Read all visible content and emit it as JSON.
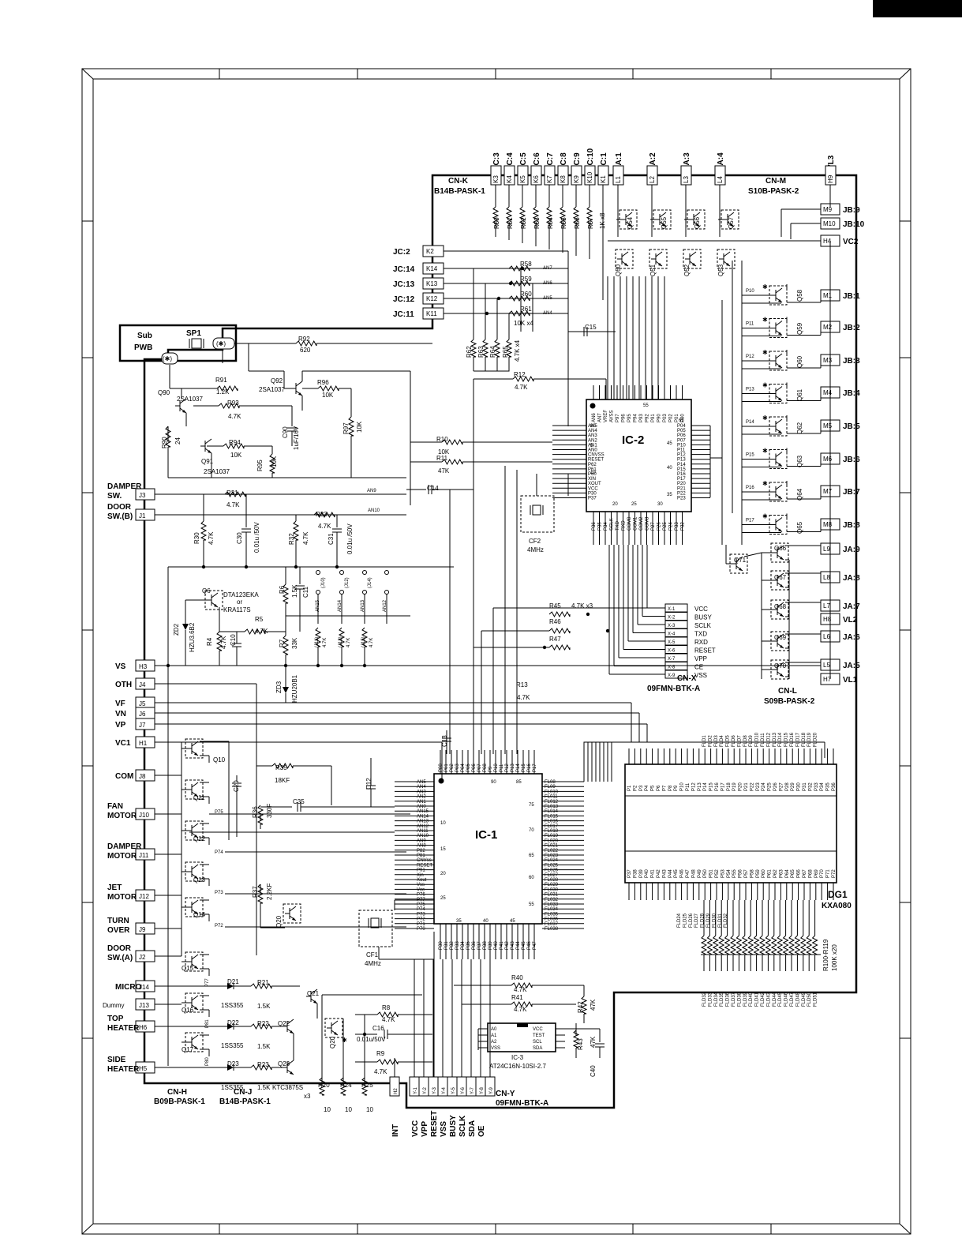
{
  "sub_pwb": {
    "line1": "Sub",
    "line2": "PWB",
    "sp1": "SP1",
    "plug": "(✱)"
  },
  "top_pins": [
    "JC:3",
    "JC:4",
    "JC:5",
    "JC:6",
    "JC:7",
    "JC:8",
    "JC:9",
    "JC:10",
    "JC:1",
    "JA:1",
    "JA:2",
    "JA:3",
    "JA:4",
    "VL3"
  ],
  "top_pin_ids": [
    "K3",
    "K4",
    "K5",
    "K6",
    "K7",
    "K8",
    "K9",
    "K10",
    "K1",
    "L1",
    "L2",
    "L3",
    "L4",
    "H9"
  ],
  "cn_k": {
    "name": "CN-K",
    "part": "B14B-PASK-1"
  },
  "cn_m": {
    "name": "CN-M",
    "part": "S10B-PASK-2"
  },
  "cn_l": {
    "name": "CN-L",
    "part": "S09B-PASK-2"
  },
  "cn_x": {
    "name": "CN-X",
    "part": "09FMN-BTK-A"
  },
  "cn_y": {
    "name": "CN-Y",
    "part": "09FMN-BTK-A"
  },
  "cn_h": {
    "name": "CN-H",
    "part": "B09B-PASK-1"
  },
  "cn_j": {
    "name": "CN-J",
    "part": "B14B-PASK-1"
  },
  "jc_left": [
    {
      "label": "JC:2",
      "pin": "K2"
    },
    {
      "label": "JC:14",
      "pin": "K14"
    },
    {
      "label": "JC:13",
      "pin": "K13"
    },
    {
      "label": "JC:12",
      "pin": "K12"
    },
    {
      "label": "JC:11",
      "pin": "K11"
    }
  ],
  "right_pins": [
    {
      "pin": "M9",
      "label": "JB:9"
    },
    {
      "pin": "M10",
      "label": "JB:10"
    },
    {
      "pin": "H4",
      "label": "VC2"
    },
    {
      "pin": "M1",
      "label": "JB:1"
    },
    {
      "pin": "M2",
      "label": "JB:2"
    },
    {
      "pin": "M3",
      "label": "JB:3"
    },
    {
      "pin": "M4",
      "label": "JB:4"
    },
    {
      "pin": "M5",
      "label": "JB:5"
    },
    {
      "pin": "M6",
      "label": "JB:6"
    },
    {
      "pin": "M7",
      "label": "JB:7"
    },
    {
      "pin": "M8",
      "label": "JB:8"
    },
    {
      "pin": "L9",
      "label": "JA:9"
    },
    {
      "pin": "L8",
      "label": "JA:8"
    },
    {
      "pin": "L7",
      "label": "JA:7"
    },
    {
      "pin": "H8",
      "label": "VL2"
    },
    {
      "pin": "L6",
      "label": "JA:6"
    },
    {
      "pin": "L5",
      "label": "JA:5"
    },
    {
      "pin": "H7",
      "label": "VL1"
    }
  ],
  "left_pins": [
    {
      "pin": "J3",
      "label": "DAMPER",
      "label2": "SW."
    },
    {
      "pin": "J1",
      "label": "DOOR",
      "label2": "SW.(B)"
    },
    {
      "pin": "H3",
      "label": "VS",
      "label2": ""
    },
    {
      "pin": "J4",
      "label": "OTH",
      "label2": ""
    },
    {
      "pin": "J5",
      "label": "VF",
      "label2": ""
    },
    {
      "pin": "J6",
      "label": "VN",
      "label2": ""
    },
    {
      "pin": "J7",
      "label": "VP",
      "label2": ""
    },
    {
      "pin": "H1",
      "label": "VC1",
      "label2": ""
    },
    {
      "pin": "J8",
      "label": "COM",
      "label2": ""
    },
    {
      "pin": "J10",
      "label": "FAN",
      "label2": "MOTOR"
    },
    {
      "pin": "J11",
      "label": "DAMPER",
      "label2": "MOTOR"
    },
    {
      "pin": "J12",
      "label": "JET",
      "label2": "MOTOR"
    },
    {
      "pin": "J9",
      "label": "TURN",
      "label2": "OVER"
    },
    {
      "pin": "J2",
      "label": "DOOR",
      "label2": "SW.(A)"
    },
    {
      "pin": "J14",
      "label": "MICRO",
      "label2": ""
    },
    {
      "pin": "J13",
      "label": "Dummy",
      "label2": ""
    },
    {
      "pin": "H6",
      "label": "TOP",
      "label2": "HEATER"
    },
    {
      "pin": "H5",
      "label": "SIDE",
      "label2": "HEATER"
    }
  ],
  "cnx_pins": [
    {
      "pin": "X-1",
      "label": "VCC"
    },
    {
      "pin": "X-2",
      "label": "BUSY"
    },
    {
      "pin": "X-3",
      "label": "SCLK"
    },
    {
      "pin": "X-4",
      "label": "TXD"
    },
    {
      "pin": "X-5",
      "label": "RXD"
    },
    {
      "pin": "X-6",
      "label": "RESET"
    },
    {
      "pin": "X-7",
      "label": "VPP"
    },
    {
      "pin": "X-8",
      "label": "CE"
    },
    {
      "pin": "X-9",
      "label": "VSS"
    }
  ],
  "cny_pins": [
    {
      "pin": "H2",
      "label": "INT"
    },
    {
      "pin": "Y-1",
      "label": "VCC"
    },
    {
      "pin": "Y-2",
      "label": "VPP"
    },
    {
      "pin": "Y-3",
      "label": "RESET"
    },
    {
      "pin": "Y-4",
      "label": "VSS"
    },
    {
      "pin": "Y-5",
      "label": "BUSY"
    },
    {
      "pin": "Y-6",
      "label": "SCLK"
    },
    {
      "pin": "Y-7",
      "label": "SDA"
    },
    {
      "pin": "Y-8",
      "label": "OE"
    },
    {
      "pin": "Y-9",
      "label": ""
    }
  ],
  "ic1": {
    "name": "IC-1"
  },
  "ic2": {
    "name": "IC-2"
  },
  "ic3": {
    "name": "IC-3",
    "part": "AT24C16N-10SI-2.7",
    "pins": [
      "A0",
      "A1",
      "A2",
      "VSS",
      "VCC",
      "TEST",
      "SCL",
      "SDA"
    ]
  },
  "dg1": {
    "name": "DG1",
    "part": "KXA080"
  },
  "r100": {
    "name": "R100-R119",
    "value": "100K x20"
  },
  "cf1": {
    "name": "CF1",
    "freq": "4MHz"
  },
  "cf2": {
    "name": "CF2",
    "freq": "4MHz"
  },
  "components": {
    "r92": "R92",
    "r92v": "620",
    "r91": "R91",
    "r91v": "1.2K",
    "q90": "Q90",
    "q90p": "2SA1037",
    "q92": "Q92",
    "q92p": "2SA1037",
    "r96": "R96",
    "r96v": "10K",
    "r93": "R93",
    "r93v": "4.7K",
    "r90": "R90",
    "r90v": "24",
    "r94": "R94",
    "r94v": "10K",
    "q91": "Q91",
    "q91p": "2SA1037",
    "c90": "C90",
    "c90v": "1uF/16V",
    "r95": "R95",
    "r95v": "10K",
    "r97": "R97",
    "r97v": "10K",
    "r10": "R10",
    "r10v": "10K",
    "r11": "R11",
    "r11v": "47K",
    "r12": "R12",
    "r12v": "4.7K",
    "c14": "C14",
    "c15": "C15",
    "r31": "R31",
    "r31v": "4.7K",
    "r33": "R33",
    "r33v": "4.7K",
    "r30": "R30",
    "r30v": "4.7K",
    "c30": "C30",
    "c30v": "0.01u /50V",
    "r32": "R32",
    "r32v": "4.7K",
    "c31": "C31",
    "c31v": "0.01u /50V",
    "an9": "AN9",
    "an10": "AN10",
    "q6": "Q6",
    "q6p": "DTA123EKA",
    "q6or": "or",
    "q6p2": "KRA117S",
    "zd2": "ZD2",
    "zd2p": "HZU3.6B2",
    "r4": "R4",
    "r4v": "4.7K",
    "c10": "C10",
    "r5": "R5",
    "r5v": "4.7K",
    "r6": "R6",
    "r6v": "1.5K",
    "c11": "C11",
    "r7": "R7",
    "r7v": "33K",
    "zd3": "ZD3",
    "zd3p": "HZU20B1",
    "j10": "(J10)",
    "j12": "(J12)",
    "j14": "(J14)",
    "j11": "(J11)",
    "j11v": "4.7K",
    "j13": "(J13)",
    "j13v": "4.7K",
    "j15": "(J15)",
    "j15v": "4.7K",
    "an15": "AN15",
    "an14": "AN14",
    "an13": "AN13",
    "an12": "AN12",
    "r45": "R45",
    "r45v": "4.7K x3",
    "r46": "R46",
    "r47": "R47",
    "r13": "R13",
    "r13v": "4.7K",
    "r58": "R58",
    "an7": "AN7",
    "r59": "R59",
    "an6": "AN6",
    "r60": "R60",
    "an5": "AN5",
    "r61": "R61",
    "r61v": "10K x4",
    "an4": "AN4",
    "r62": "R62",
    "r63": "R63",
    "r64": "R64",
    "r65": "R65",
    "r65v": "4.7K x4",
    "r50": "R50",
    "r51": "R51",
    "r52": "R52",
    "r53": "R53",
    "r54": "R54",
    "r55": "R55",
    "r56": "R56",
    "r57": "R57",
    "r57v": "1K x8",
    "q50": "Q50",
    "q51": "Q51",
    "q52": "Q52",
    "q53": "Q53",
    "q54": "Q54",
    "q55": "Q55",
    "q56": "Q56",
    "q57": "Q57",
    "q58": "Q58",
    "q59": "Q59",
    "q60": "Q60",
    "q61": "Q61",
    "q62": "Q62",
    "q63": "Q63",
    "q64": "Q64",
    "q65": "Q65",
    "q66": "Q66",
    "q67": "Q67",
    "q68": "Q68",
    "q69": "Q69",
    "q70": "Q70",
    "q71": "Q71",
    "q10": "Q10",
    "q11": "Q11",
    "q12": "Q12",
    "q13": "Q13",
    "q14": "Q14",
    "q15": "Q15",
    "q16": "Q16",
    "q17": "Q17",
    "c20": "C20",
    "r35": "R35",
    "r35v": "18KF",
    "r36": "R36",
    "r36v": "330F",
    "c35": "C35",
    "c12": "C12",
    "c13": "C13",
    "r37": "R37",
    "r37v": "2.2KF",
    "q20": "Q20",
    "p75": "P75",
    "p74": "P74",
    "p73": "P73",
    "p72": "P72",
    "p77": "P77",
    "p81": "P81",
    "p80": "P80",
    "d21": "D21",
    "d21p": "1SS355",
    "d22": "D22",
    "d22p": "1SS355",
    "d23": "D23",
    "d23p": "1SS355",
    "r21": "R21",
    "r21v": "1.5K",
    "r22": "R22",
    "r22v": "1.5K",
    "r23": "R23",
    "r23v": "1.5K",
    "q21": "Q21",
    "q22": "Q22",
    "q23": "Q23",
    "q23p": "KTC3875S",
    "q23x": "x3",
    "r20": "R20",
    "r20v": "10",
    "r24": "R24",
    "r24v": "10",
    "r25": "R25",
    "r25v": "10",
    "r8": "R8",
    "r8v": "4.7K",
    "c16": "C16",
    "c16v": "0.01u/50V",
    "r9": "R9",
    "r9v": "4.7K",
    "r40": "R40",
    "r40v": "4.7K",
    "r41": "R41",
    "r41v": "4.7K",
    "r42": "R42",
    "r42v": "47K",
    "r43": "R43",
    "r43v": "47K",
    "c40": "C40",
    "star": "✱"
  }
}
